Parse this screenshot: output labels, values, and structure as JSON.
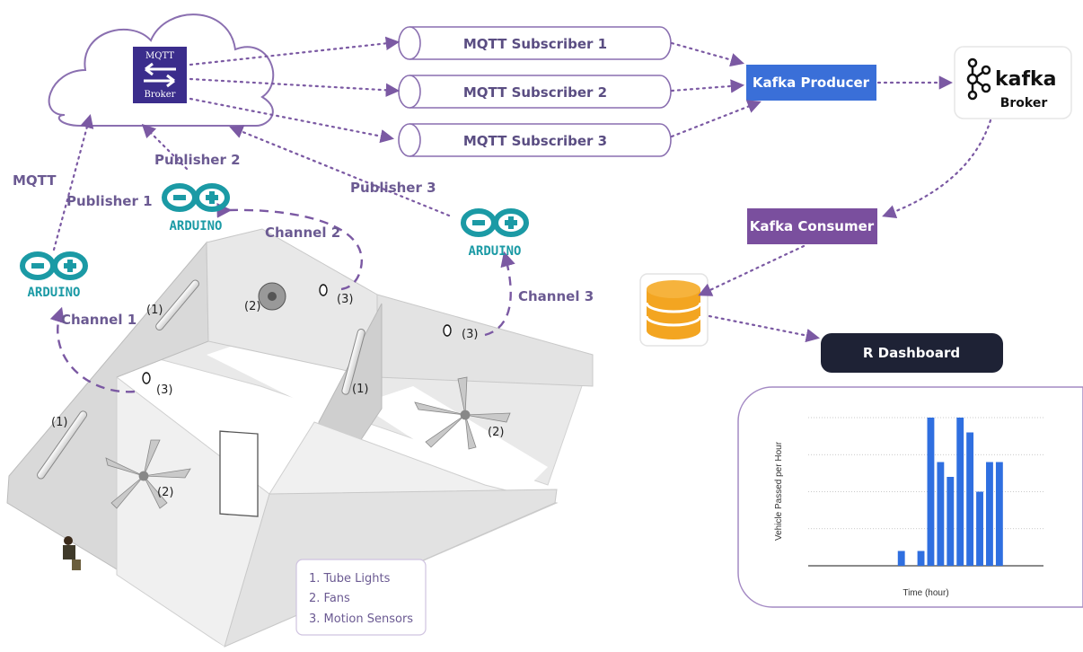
{
  "cloud": {
    "broker_line1": "MQTT",
    "broker_line2": "Broker"
  },
  "subscribers": [
    {
      "label": "MQTT Subscriber 1"
    },
    {
      "label": "MQTT Subscriber 2"
    },
    {
      "label": "MQTT Subscriber 3"
    }
  ],
  "kafka": {
    "producer": "Kafka Producer",
    "logo_text": "kafka",
    "broker": "Broker",
    "consumer": "Kafka Consumer"
  },
  "dashboard": {
    "label": "R Dashboard"
  },
  "publishers": {
    "mqtt_label": "MQTT",
    "p1": "Publisher 1",
    "p2": "Publisher 2",
    "p3": "Publisher 3"
  },
  "channels": {
    "c1": "Channel 1",
    "c2": "Channel 2",
    "c3": "Channel 3"
  },
  "arduino_text": "ARDUINO",
  "room_labels": {
    "light": "(1)",
    "fan": "(2)",
    "sensor": "(3)"
  },
  "legend": {
    "items": [
      "1.  Tube Lights",
      "2.  Fans",
      "3.  Motion Sensors"
    ]
  },
  "colors": {
    "purple": "#7b59a3",
    "dark_purple": "#6b5a92",
    "kafka_producer": "#3a6fd8",
    "kafka_consumer": "#7a4f9e",
    "dashboard": "#1e2235",
    "bar": "#2f6fe0",
    "db": "#f3a521",
    "arduino": "#1b9aa5"
  },
  "chart_data": {
    "type": "bar",
    "title": "",
    "xlabel": "Time (hour)",
    "ylabel": "Vehicle Passed per Hour",
    "x": [
      1,
      2,
      3,
      4,
      5,
      6,
      7,
      8,
      9,
      10,
      11,
      12,
      13,
      14,
      15,
      16,
      17,
      18,
      19,
      20,
      21,
      22,
      23,
      24
    ],
    "values": [
      0,
      0,
      0,
      0,
      0,
      0,
      0,
      0,
      0,
      0.4,
      0,
      0.4,
      4,
      2.8,
      2.4,
      4,
      3.6,
      2,
      2.8,
      2.8,
      0,
      0,
      0,
      0
    ],
    "ylim": [
      0,
      4
    ],
    "grid": true
  }
}
